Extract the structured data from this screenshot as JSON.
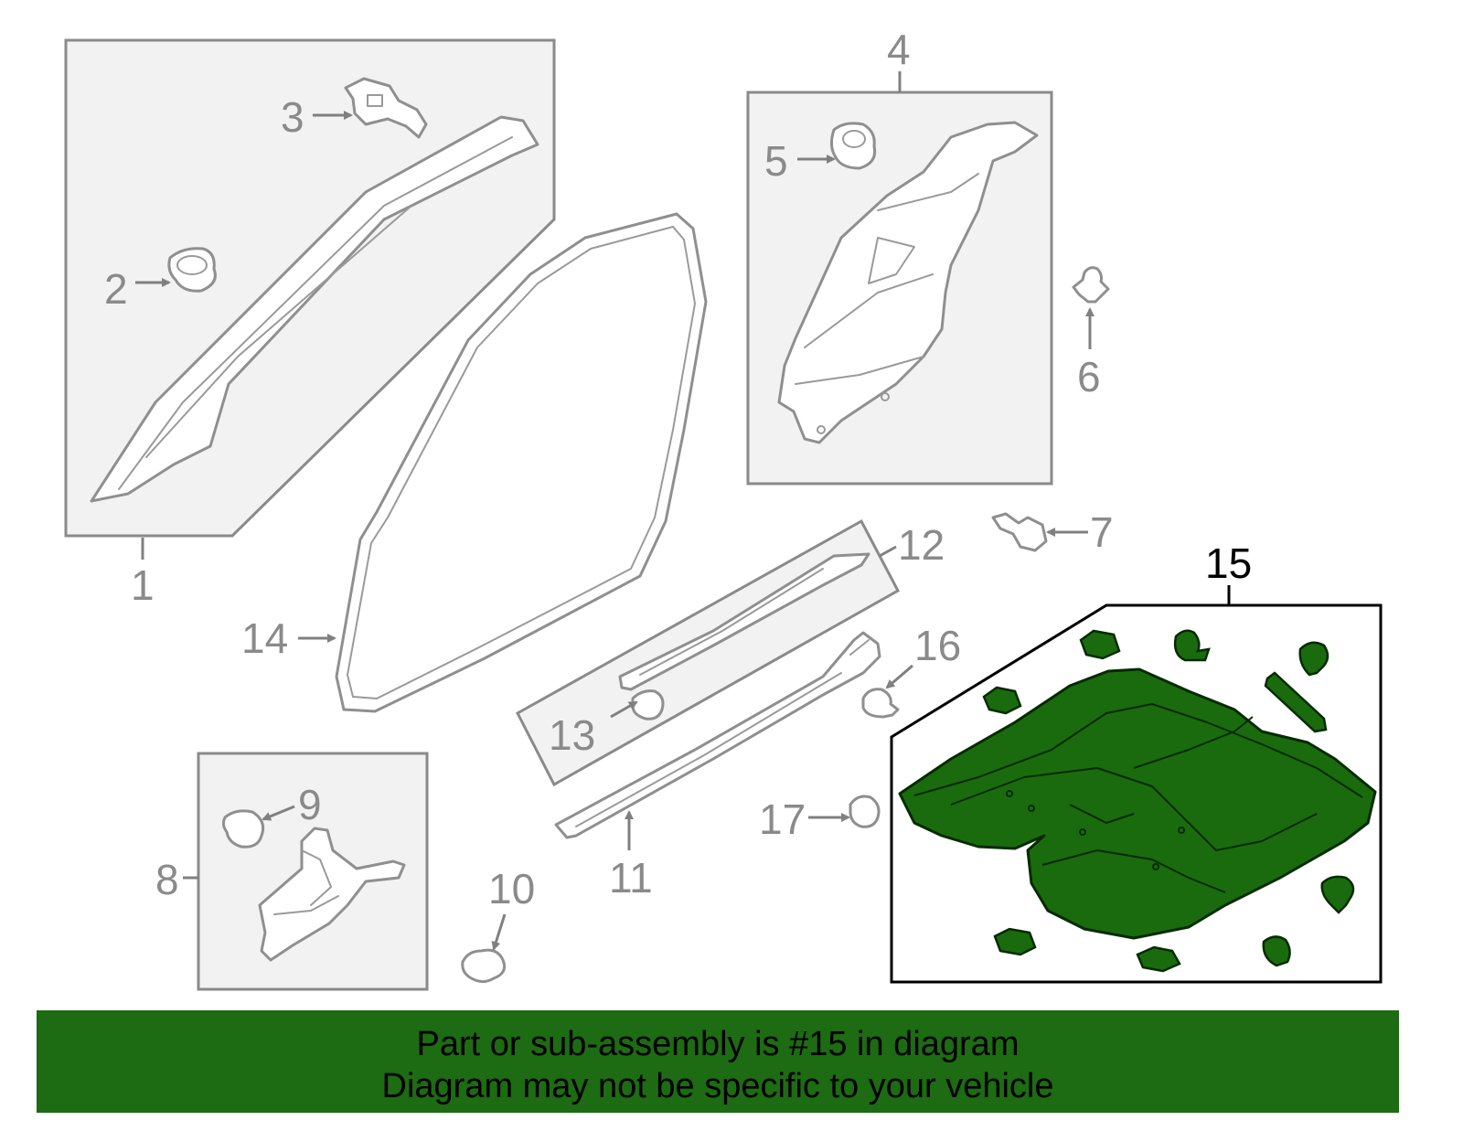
{
  "callouts": {
    "c1": "1",
    "c2": "2",
    "c3": "3",
    "c4": "4",
    "c5": "5",
    "c6": "6",
    "c7": "7",
    "c8": "8",
    "c9": "9",
    "c10": "10",
    "c11": "11",
    "c12": "12",
    "c13": "13",
    "c14": "14",
    "c15": "15",
    "c16": "16",
    "c17": "17"
  },
  "highlight": {
    "part_number": "15",
    "fill_color": "#1a6b0d"
  },
  "banner": {
    "line1": "Part or sub-assembly is #15 in diagram",
    "line2": "Diagram may not be specific to your vehicle",
    "background_color": "#1d6b12"
  }
}
